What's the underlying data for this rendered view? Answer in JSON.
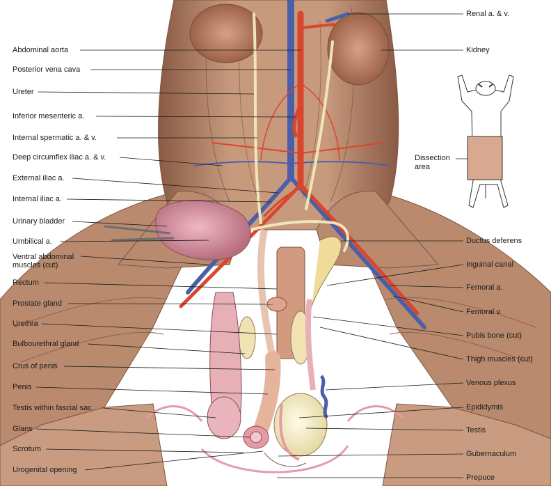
{
  "labels_left": [
    "Abdominal aorta",
    "Posterior vena cava",
    "Ureter",
    "Inferior mesenteric a.",
    "Internal spermatic a. & v.",
    "Deep circumflex iliac a. & v.",
    "External iliac a.",
    "Internal iliac a.",
    "Urinary bladder",
    "Umbilical a.",
    "Ventral abdominal muscles (cut)",
    "Rectum",
    "Prostate gland",
    "Urethra",
    "Bulbourethral gland",
    "Crus of penis",
    "Penis",
    "Testis within fascial sac",
    "Glans",
    "Scrotum",
    "Urogenital opening"
  ],
  "labels_right": [
    "Renal a. & v.",
    "Kidney",
    "Ductus deferens",
    "Inguinal canal",
    "Femoral a.",
    "Femoral v.",
    "Pubis bone (cut)",
    "Thigh muscles (cut)",
    "Venous plexus",
    "Epididymis",
    "Testis",
    "Gubernaculum",
    "Prepuce"
  ],
  "inset": {
    "label_line1": "Dissection",
    "label_line2": "area"
  },
  "colors": {
    "muscle": "#c49478",
    "muscle_dark": "#9c6c52",
    "artery": "#d9462e",
    "vein": "#4a5fa8",
    "nerve_duct": "#efe6b8",
    "organ_pink": "#d89aa8",
    "testis": "#f4ecc8",
    "dissection_box": "#d8a890"
  }
}
